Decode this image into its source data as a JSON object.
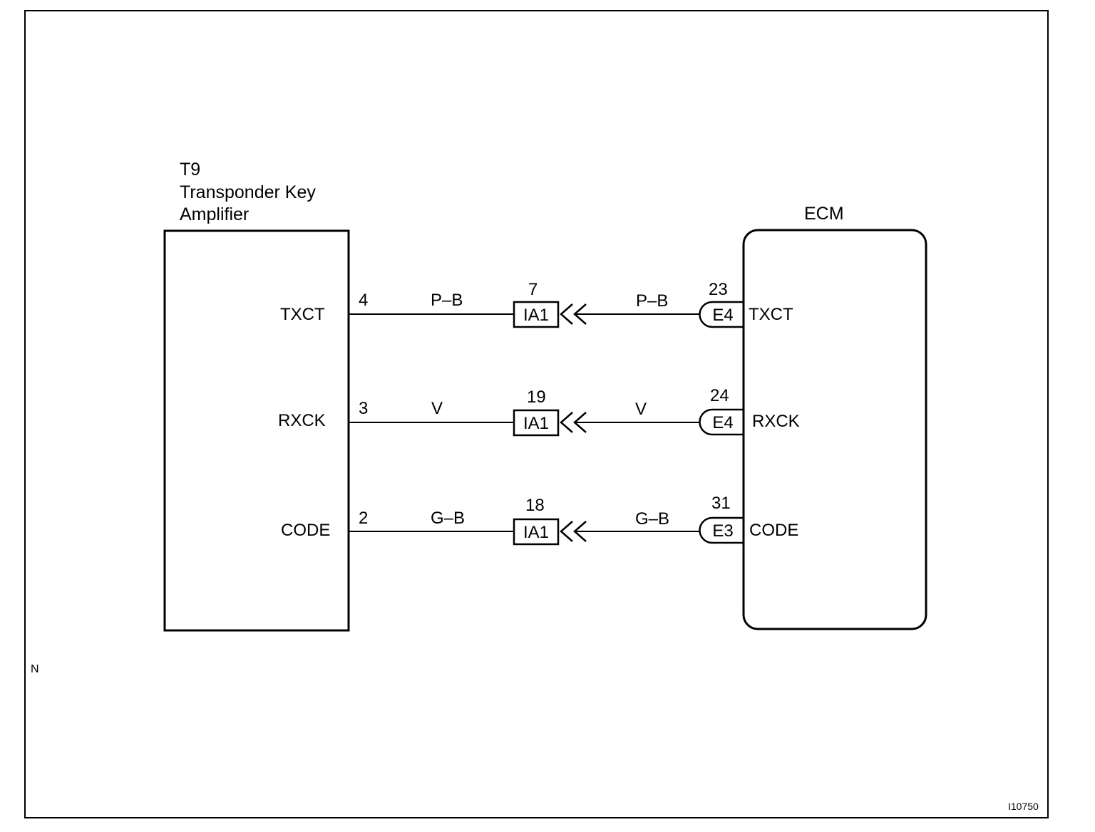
{
  "amplifier": {
    "code": "T9",
    "name_line1": "Transponder Key",
    "name_line2": "Amplifier"
  },
  "ecm": {
    "label": "ECM"
  },
  "circuits": [
    {
      "signal": "TXCT",
      "amp_pin": "4",
      "wire_color_left": "P–B",
      "junction_pin": "7",
      "junction_connector": "IA1",
      "wire_color_right": "P–B",
      "ecm_pin": "23",
      "ecm_connector": "E4",
      "ecm_signal": "TXCT"
    },
    {
      "signal": "RXCK",
      "amp_pin": "3",
      "wire_color_left": "V",
      "junction_pin": "19",
      "junction_connector": "IA1",
      "wire_color_right": "V",
      "ecm_pin": "24",
      "ecm_connector": "E4",
      "ecm_signal": "RXCK"
    },
    {
      "signal": "CODE",
      "amp_pin": "2",
      "wire_color_left": "G–B",
      "junction_pin": "18",
      "junction_connector": "IA1",
      "wire_color_right": "G–B",
      "ecm_pin": "31",
      "ecm_connector": "E3",
      "ecm_signal": "CODE"
    }
  ],
  "corner_mark": "N",
  "figure_id": "I10750"
}
